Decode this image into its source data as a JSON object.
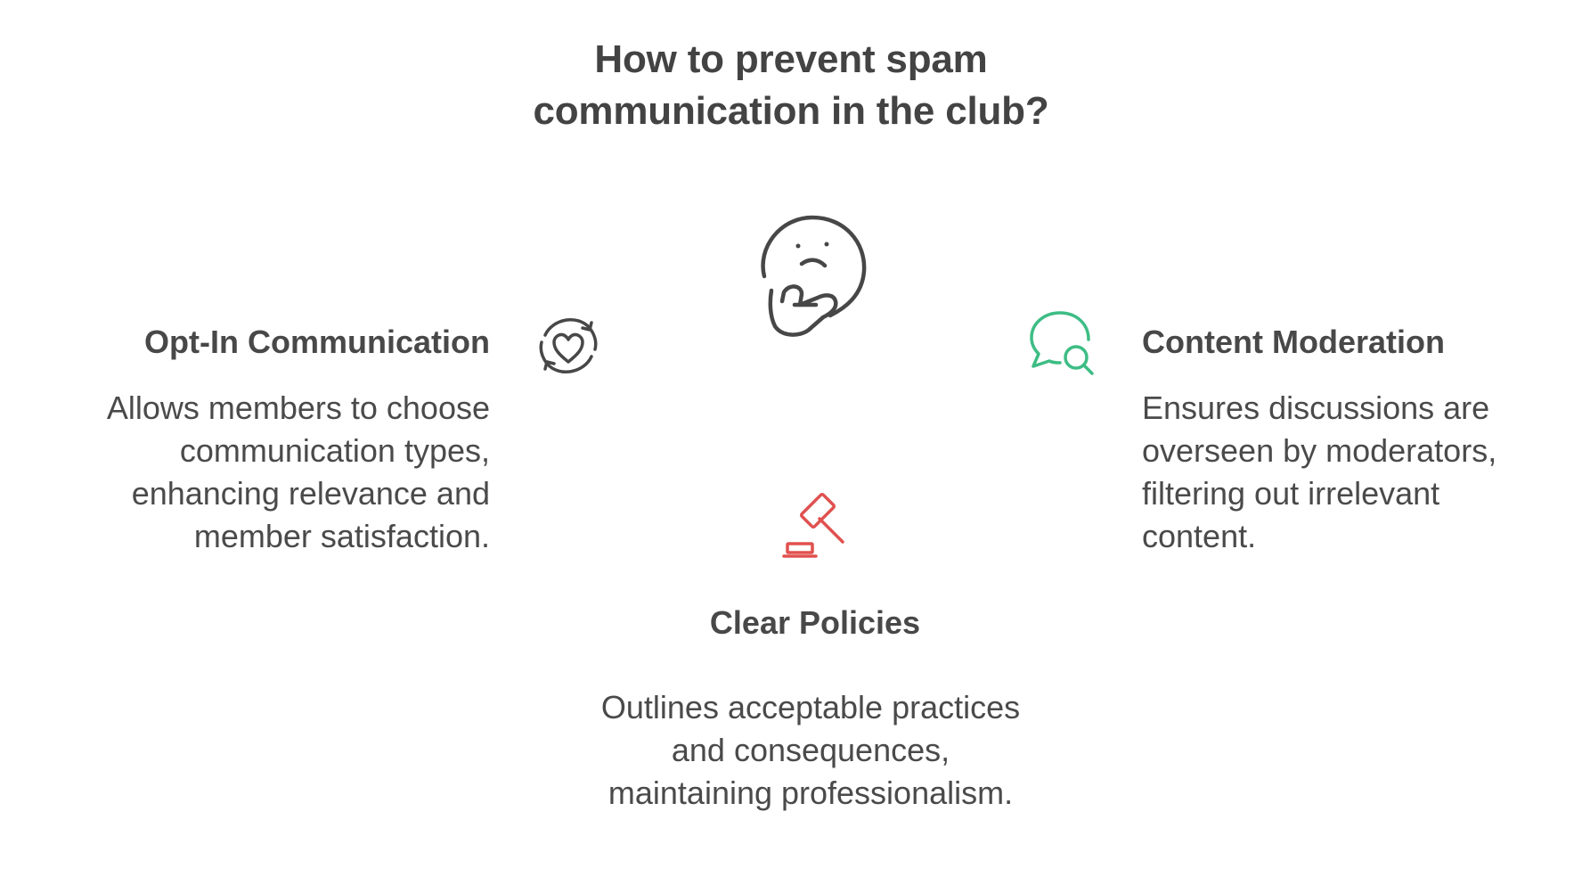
{
  "title": {
    "line1": "How to prevent spam",
    "line2": "communication in the club?"
  },
  "items": {
    "opt_in": {
      "heading": "Opt-In Communication",
      "lines": [
        "Allows members to choose",
        "communication types,",
        "enhancing relevance and",
        "member satisfaction."
      ],
      "icon": "heart-refresh-icon",
      "color": "#4a4a4a"
    },
    "content_moderation": {
      "heading": "Content Moderation",
      "lines": [
        "Ensures discussions are",
        "overseen by moderators,",
        "filtering out irrelevant",
        "content."
      ],
      "icon": "chat-search-icon",
      "color": "#3dbd84"
    },
    "clear_policies": {
      "heading": "Clear Policies",
      "lines": [
        "Outlines acceptable practices",
        "and consequences,",
        "maintaining professionalism."
      ],
      "icon": "gavel-icon",
      "color": "#e0514f"
    }
  },
  "center_icon": "thinking-face-icon"
}
